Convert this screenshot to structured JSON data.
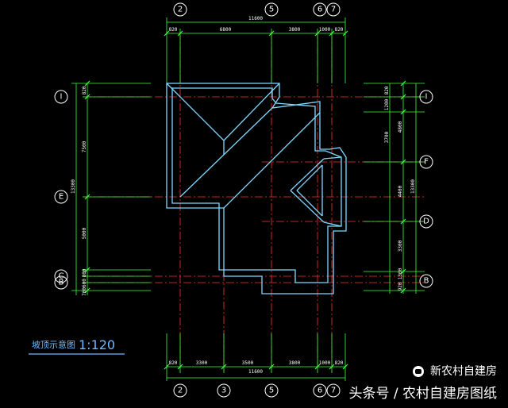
{
  "drawing": {
    "title": "坡顶示意图",
    "scale": "1:120"
  },
  "dimensions": {
    "top_total": "11600",
    "top_segments": [
      "820",
      "6800",
      "3800",
      "1000",
      "820"
    ],
    "bottom_total": "11600",
    "bottom_segments": [
      "820",
      "3300",
      "3500",
      "3800",
      "1000",
      "820"
    ],
    "left_total": "13300",
    "left_segments": [
      "820",
      "7500",
      "5000",
      "800"
    ],
    "left_bottom": "700600",
    "right_segments": [
      "820",
      "1200",
      "3700",
      "4400",
      "3300",
      "1300",
      "920"
    ],
    "right_totals": [
      "4800",
      "13300"
    ]
  },
  "axes": {
    "top": [
      "2",
      "5",
      "6",
      "7"
    ],
    "bottom": [
      "2",
      "3",
      "5",
      "6",
      "7"
    ],
    "left": [
      "I",
      "E",
      "C",
      "B"
    ],
    "right": [
      "I",
      "F",
      "D",
      "B"
    ]
  },
  "watermark": {
    "brand": "新农村自建房",
    "line": "头条号 / 农村自建房图纸"
  }
}
